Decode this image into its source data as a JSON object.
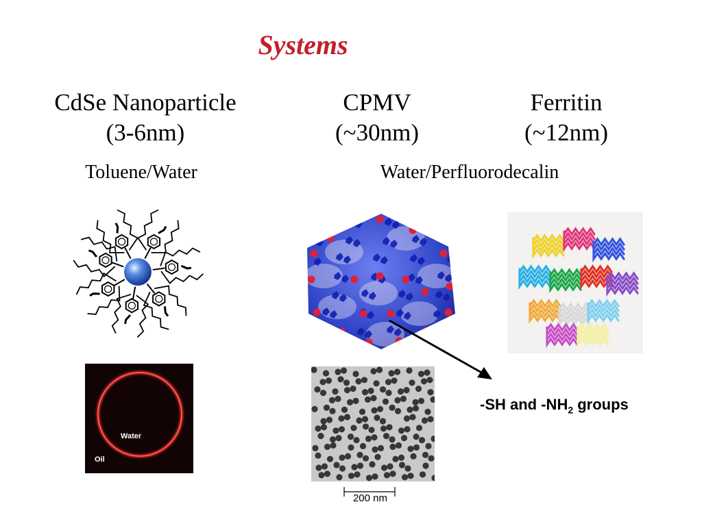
{
  "slide": {
    "title": "Systems",
    "systems": [
      {
        "name": "CdSe Nanoparticle",
        "size": "(3-6nm)"
      },
      {
        "name": "CPMV",
        "size": "(~30nm)"
      },
      {
        "name": "Ferritin",
        "size": "(~12nm)"
      }
    ],
    "solvents": {
      "left": "Toluene/Water",
      "right": "Water/Perfluorodecalin"
    },
    "droplet": {
      "inner_label": "Water",
      "outer_label": "Oil"
    },
    "tem": {
      "scale_label": "200 nm"
    },
    "annotation": {
      "pre": "-SH and -NH",
      "sub": "2",
      "post": " groups"
    },
    "colors": {
      "title": "#c0202a",
      "capsid_blue": "#2f43c6",
      "capsid_red": "#e0203a",
      "droplet_ring": "#ff2a2a"
    }
  }
}
